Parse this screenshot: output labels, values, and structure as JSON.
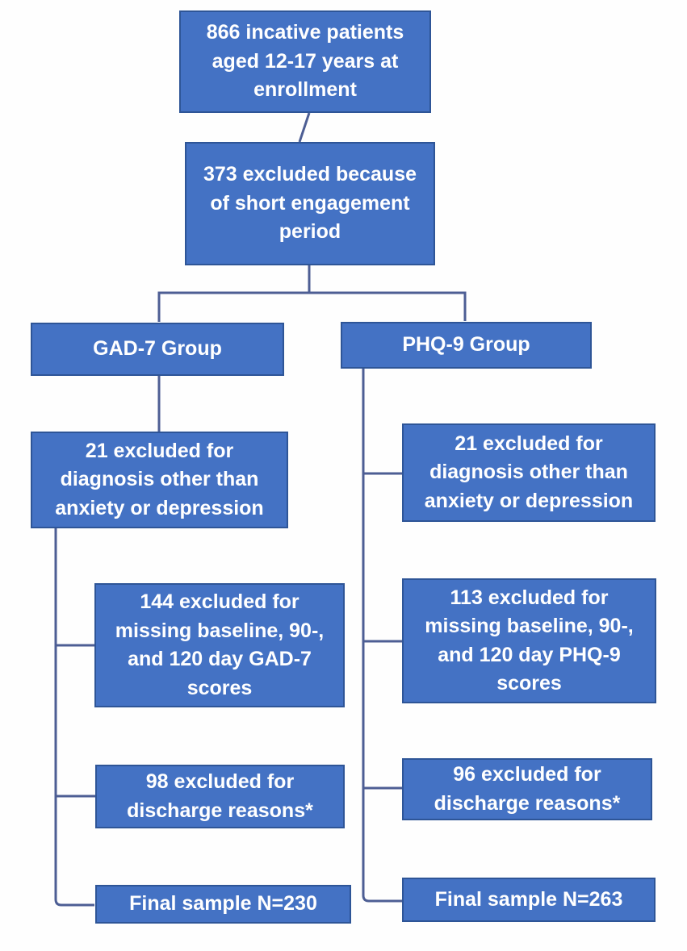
{
  "diagram": {
    "root": {
      "enrollment": "866 incative patients\naged 12-17 years at\nenrollment",
      "excluded": "373 excluded because\nof short engagement\nperiod"
    },
    "branches": [
      {
        "group_label": "GAD-7 Group",
        "steps": [
          "21 excluded for\ndiagnosis other than\nanxiety or depression",
          "144 excluded for\nmissing baseline, 90-,\nand 120 day GAD-7\nscores",
          "98 excluded for\ndischarge reasons*"
        ],
        "final": "Final sample N=230"
      },
      {
        "group_label": "PHQ-9 Group",
        "steps": [
          "21 excluded for\ndiagnosis other than\nanxiety or depression",
          "113 excluded for\nmissing baseline, 90-,\nand 120 day PHQ-9\nscores",
          "96 excluded for\ndischarge reasons*"
        ],
        "final": "Final sample N=263"
      }
    ]
  },
  "colors": {
    "box_fill": "#4472C4",
    "box_border": "#2E5597",
    "connector": "#4d5e94",
    "text": "#FFFFFF",
    "background": "#FEFEFE"
  }
}
